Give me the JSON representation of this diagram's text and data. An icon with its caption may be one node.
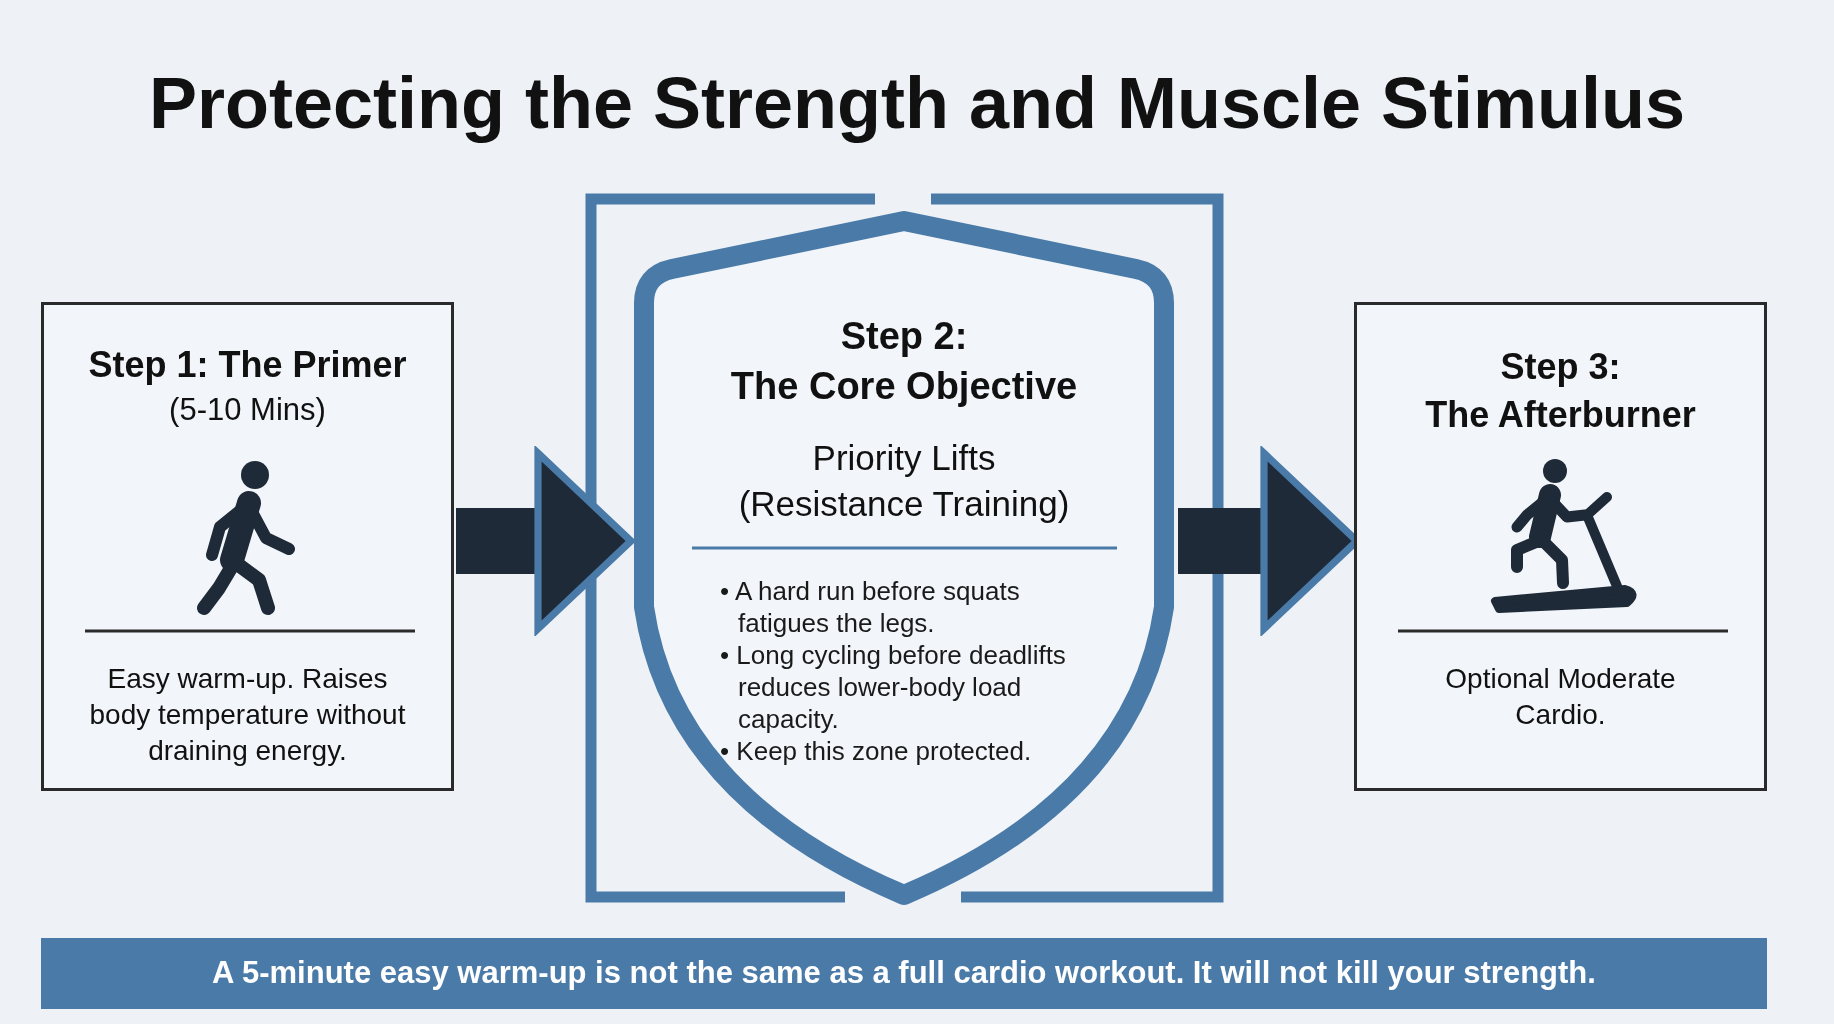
{
  "diagram": {
    "title": "Protecting the Strength and Muscle Stimulus",
    "nodes": [
      {
        "text": [
          "Step 1: The Primer",
          "(5-10 Mins)",
          "Easy warm-up. Raises body temperature without draining energy."
        ]
      },
      {
        "text": [
          "Step 2:",
          "The Core Objective",
          "Priority Lifts (Resistance Training)",
          "• A hard run before squats fatigues the legs.",
          "• Long cycling before deadlifts reduces lower-body load capacity.",
          "• Keep this zone protected."
        ]
      },
      {
        "text": [
          "Step 3:",
          "The Afterburner",
          "Optional Moderate Cardio."
        ]
      },
      {
        "text": [
          "A 5-minute easy warm-up is not the same as a full cardio workout. It will not kill your strength."
        ]
      }
    ],
    "edges": [
      {
        "from": 0,
        "to": 1,
        "arrow": "to"
      },
      {
        "from": 1,
        "to": 2,
        "arrow": "to"
      }
    ]
  }
}
